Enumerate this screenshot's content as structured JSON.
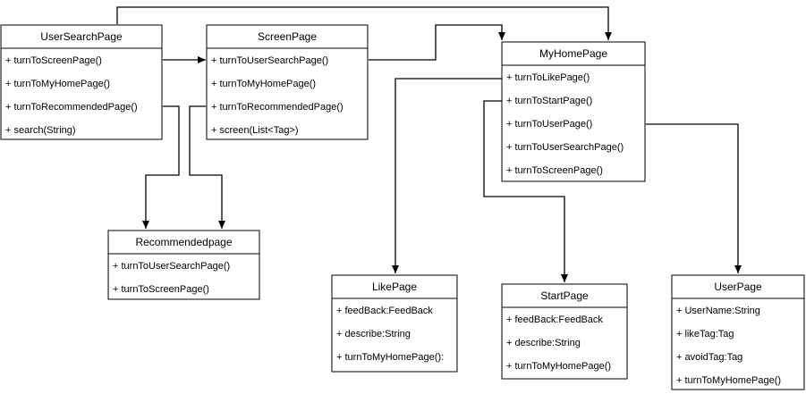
{
  "classes": [
    {
      "id": "usersearch",
      "title": "UserSearchPage",
      "members": [
        "+ turnToScreenPage()",
        "+ turnToMyHomePage()",
        "+ turnToRecommendedPage()",
        "+ search(String)"
      ]
    },
    {
      "id": "screen",
      "title": "ScreenPage",
      "members": [
        "+ turnToUserSearchPage()",
        "+ turnToMyHomePage()",
        "+ turnToRecommendedPage()",
        "+ screen(List<Tag>)"
      ]
    },
    {
      "id": "myhome",
      "title": "MyHomePage",
      "members": [
        "+ turnToLikePage()",
        "+ turnToStartPage()",
        "+ turnToUserPage()",
        "+ turnToUserSearchPage()",
        "+ turnToScreenPage()"
      ]
    },
    {
      "id": "recommended",
      "title": "Recommendedpage",
      "members": [
        "+ turnToUserSearchPage()",
        "+ turnToScreenPage()"
      ]
    },
    {
      "id": "like",
      "title": "LikePage",
      "members": [
        "+ feedBack:FeedBack",
        "+ describe:String",
        "+ turnToMyHomePage():"
      ]
    },
    {
      "id": "start",
      "title": "StartPage",
      "members": [
        "+ feedBack:FeedBack",
        "+ describe:String",
        "+ turnToMyHomePage()"
      ]
    },
    {
      "id": "user",
      "title": "UserPage",
      "members": [
        "+ UserName:String",
        "+ likeTag:Tag",
        "+ avoidTag:Tag",
        "+ turnToMyHomePage()"
      ]
    }
  ]
}
